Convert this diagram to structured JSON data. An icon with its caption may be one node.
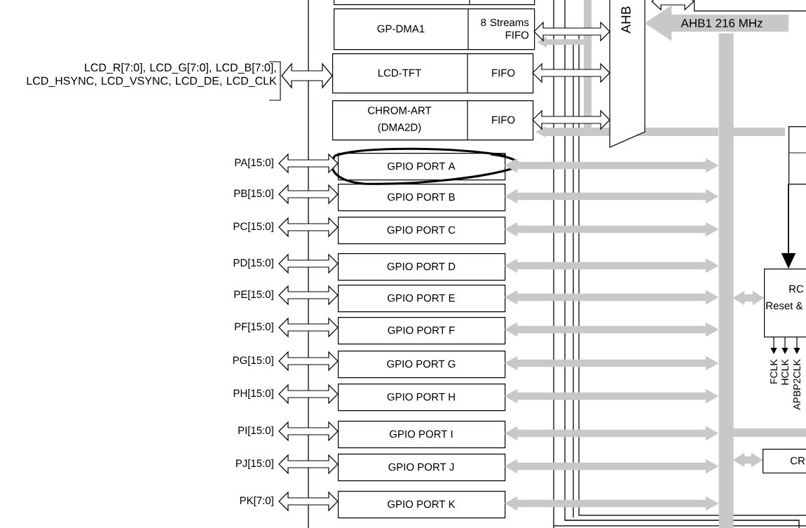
{
  "diagram": {
    "nodes": [
      {
        "text": [],
        "shape": "box"
      },
      {
        "text": [
          "GP-DMA1",
          "8 Streams FIFO"
        ]
      },
      {
        "text": [
          "LCD-TFT",
          "FIFO"
        ]
      },
      {
        "text": [
          "LCD_R[7:0], LCD_G[7:0], LCD_B[7:0], LCD_HSYNC, LCD_VSYNC, LCD_DE, LCD_CLK"
        ]
      },
      {
        "text": [
          "CHROM-ART (DMA2D)",
          "FIFO"
        ]
      },
      {
        "text": [
          "AHB"
        ]
      },
      {
        "text": [],
        "shape": "box"
      },
      {
        "text": [],
        "shape": "box"
      },
      {
        "text": [
          "PA[15:0]"
        ]
      },
      {
        "text": [
          "PB[15:0]"
        ]
      },
      {
        "text": [
          "PC[15:0]"
        ]
      },
      {
        "text": [
          "PD[15:0]"
        ]
      },
      {
        "text": [
          "PE[15:0]"
        ]
      },
      {
        "text": [
          "PF[15:0]"
        ]
      },
      {
        "text": [
          "PG[15:0]"
        ]
      },
      {
        "text": [
          "PH[15:0]"
        ]
      },
      {
        "text": [
          "PI[15:0]"
        ]
      },
      {
        "text": [
          "PJ[15:0]"
        ]
      },
      {
        "text": [
          "PK[7:0]"
        ]
      },
      {
        "text": [
          "GPIO PORT A"
        ]
      },
      {
        "text": [
          "GPIO PORT B"
        ]
      },
      {
        "text": [
          "GPIO PORT C"
        ]
      },
      {
        "text": [
          "GPIO PORT D"
        ]
      },
      {
        "text": [
          "GPIO PORT E"
        ]
      },
      {
        "text": [
          "GPIO PORT F"
        ]
      },
      {
        "text": [
          "GPIO PORT G"
        ]
      },
      {
        "text": [
          "GPIO PORT H"
        ]
      },
      {
        "text": [
          "GPIO PORT I"
        ]
      },
      {
        "text": [
          "GPIO PORT J"
        ]
      },
      {
        "text": [
          "GPIO PORT K"
        ]
      },
      {
        "text": [
          "RC",
          "Reset &"
        ]
      },
      {
        "text": [
          "CR"
        ]
      },
      {
        "text": [],
        "shape": "bar"
      }
    ],
    "edges": [
      {
        "from": 3,
        "to": 2,
        "arrow": "both"
      },
      {
        "from": 8,
        "to": 19,
        "arrow": "both"
      },
      {
        "from": 9,
        "to": 20,
        "arrow": "both"
      },
      {
        "from": 10,
        "to": 21,
        "arrow": "both"
      },
      {
        "from": 11,
        "to": 22,
        "arrow": "both"
      },
      {
        "from": 12,
        "to": 23,
        "arrow": "both"
      },
      {
        "from": 13,
        "to": 24,
        "arrow": "both"
      },
      {
        "from": 14,
        "to": 25,
        "arrow": "both"
      },
      {
        "from": 15,
        "to": 26,
        "arrow": "both"
      },
      {
        "from": 16,
        "to": 27,
        "arrow": "both"
      },
      {
        "from": 17,
        "to": 28,
        "arrow": "both"
      },
      {
        "from": 18,
        "to": 29,
        "arrow": "both"
      },
      {
        "from": 1,
        "to": 5,
        "arrow": "both"
      },
      {
        "from": 2,
        "to": 5,
        "arrow": "both"
      },
      {
        "from": 4,
        "to": 5,
        "arrow": "both"
      },
      {
        "from": 32,
        "to": 19,
        "arrow": "both",
        "color": "#c8c8c8"
      },
      {
        "from": 32,
        "to": 20,
        "arrow": "both",
        "color": "#c8c8c8"
      },
      {
        "from": 32,
        "to": 21,
        "arrow": "both",
        "color": "#c8c8c8"
      },
      {
        "from": 32,
        "to": 22,
        "arrow": "both",
        "color": "#c8c8c8"
      },
      {
        "from": 32,
        "to": 23,
        "arrow": "both",
        "color": "#c8c8c8"
      },
      {
        "from": 32,
        "to": 24,
        "arrow": "both",
        "color": "#c8c8c8"
      },
      {
        "from": 32,
        "to": 25,
        "arrow": "both",
        "color": "#c8c8c8"
      },
      {
        "from": 32,
        "to": 26,
        "arrow": "both",
        "color": "#c8c8c8"
      },
      {
        "from": 32,
        "to": 27,
        "arrow": "both",
        "color": "#c8c8c8"
      },
      {
        "from": 32,
        "to": 28,
        "arrow": "both",
        "color": "#c8c8c8"
      },
      {
        "from": 32,
        "to": 29,
        "arrow": "both",
        "color": "#c8c8c8"
      },
      {
        "from": null,
        "to": 5,
        "arrow": "to",
        "label": "AHB1 216 MHz",
        "color": "#c8c8c8"
      },
      {
        "from": 7,
        "to": 30,
        "arrow": "to"
      },
      {
        "from": 32,
        "to": 30,
        "arrow": "both",
        "color": "#c8c8c8"
      },
      {
        "from": 32,
        "to": 31,
        "arrow": "both",
        "color": "#c8c8c8"
      },
      {
        "from": null,
        "to": 6,
        "arrow": "both"
      },
      {
        "from": 30,
        "to": null,
        "arrow": "to",
        "label": "FCLK"
      },
      {
        "from": 30,
        "to": null,
        "arrow": "to",
        "label": "HCLK"
      },
      {
        "from": 30,
        "to": null,
        "arrow": "to",
        "label": "APBP2CLK"
      }
    ]
  }
}
